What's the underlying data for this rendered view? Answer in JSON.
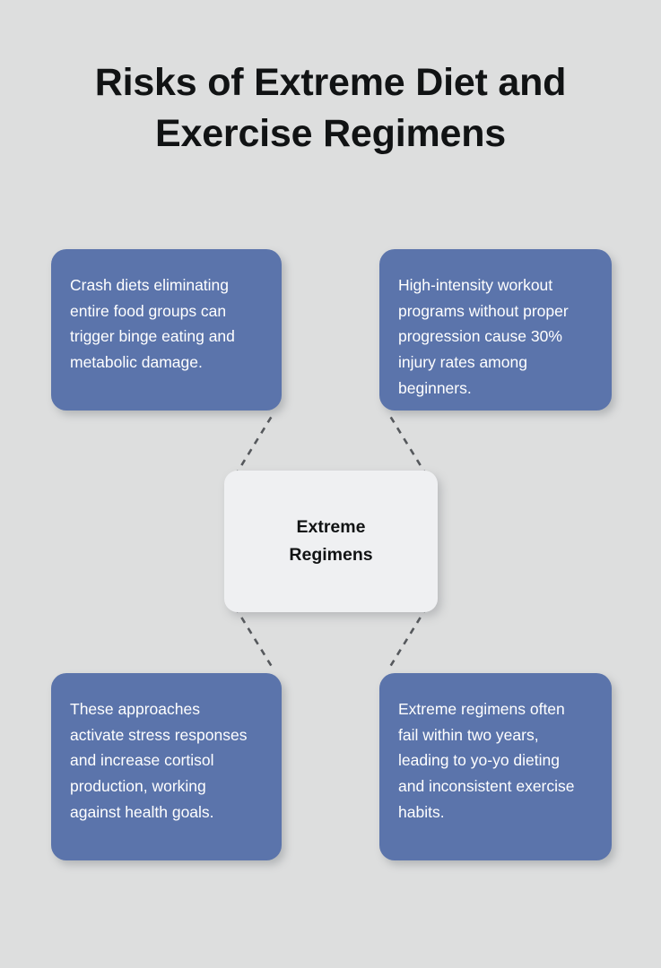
{
  "page": {
    "title_line1": "Risks of Extreme Diet and",
    "title_line2": "Exercise Regimens",
    "background_color": "#dddede"
  },
  "diagram": {
    "type": "mind-map",
    "center": {
      "label": "Extreme\nRegimens",
      "fill_color": "#eff0f2",
      "text_color": "#111314"
    },
    "node_fill_color": "#5b74ab",
    "node_text_color": "#ffffff",
    "connector_color": "#55585c",
    "connector_style": "dashed",
    "nodes": [
      {
        "position": "top-left",
        "text": "Crash diets eliminating entire food groups can trigger binge eating and metabolic damage."
      },
      {
        "position": "top-right",
        "text": "High-intensity workout programs without proper progression cause 30% injury rates among beginners."
      },
      {
        "position": "bottom-left",
        "text": "These approaches activate stress responses and increase cortisol production, working against health goals."
      },
      {
        "position": "bottom-right",
        "text": "Extreme regimens often fail within two years, leading to yo-yo dieting and inconsistent exercise habits."
      }
    ]
  }
}
